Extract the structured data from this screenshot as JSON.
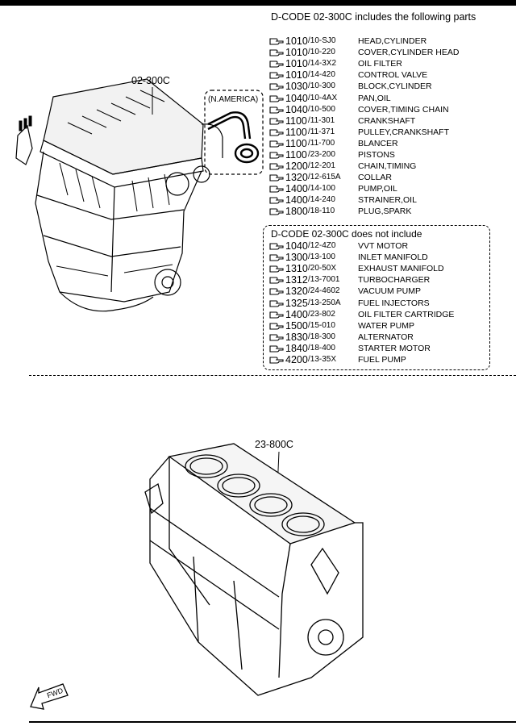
{
  "included": {
    "heading": "D-CODE 02-300C includes the following parts",
    "parts": [
      {
        "code": "1010",
        "sub": "/10-SJ0",
        "desc": "HEAD,CYLINDER"
      },
      {
        "code": "1010",
        "sub": "/10-220",
        "desc": "COVER,CYLINDER HEAD"
      },
      {
        "code": "1010",
        "sub": "/14-3X2",
        "desc": "OIL FILTER"
      },
      {
        "code": "1010",
        "sub": "/14-420",
        "desc": "CONTROL VALVE"
      },
      {
        "code": "1030",
        "sub": "/10-300",
        "desc": "BLOCK,CYLINDER"
      },
      {
        "code": "1040",
        "sub": "/10-4AX",
        "desc": "PAN,OIL"
      },
      {
        "code": "1040",
        "sub": "/10-500",
        "desc": "COVER,TIMING CHAIN"
      },
      {
        "code": "1100",
        "sub": "/11-301",
        "desc": "CRANKSHAFT"
      },
      {
        "code": "1100",
        "sub": "/11-371",
        "desc": "PULLEY,CRANKSHAFT"
      },
      {
        "code": "1100",
        "sub": "/11-700",
        "desc": "BLANCER"
      },
      {
        "code": "1100",
        "sub": "/23-200",
        "desc": "PISTONS"
      },
      {
        "code": "1200",
        "sub": "/12-201",
        "desc": "CHAIN,TIMING"
      },
      {
        "code": "1320",
        "sub": "/12-615A",
        "desc": "COLLAR"
      },
      {
        "code": "1400",
        "sub": "/14-100",
        "desc": "PUMP,OIL"
      },
      {
        "code": "1400",
        "sub": "/14-240",
        "desc": "STRAINER,OIL"
      },
      {
        "code": "1800",
        "sub": "/18-110",
        "desc": "PLUG,SPARK"
      }
    ]
  },
  "excluded": {
    "heading": "D-CODE 02-300C does not include",
    "parts": [
      {
        "code": "1040",
        "sub": "/12-4Z0",
        "desc": "VVT MOTOR"
      },
      {
        "code": "1300",
        "sub": "/13-100",
        "desc": "INLET MANIFOLD"
      },
      {
        "code": "1310",
        "sub": "/20-50X",
        "desc": "EXHAUST MANIFOLD"
      },
      {
        "code": "1312",
        "sub": "/13-7001",
        "desc": "TURBOCHARGER"
      },
      {
        "code": "1320",
        "sub": "/24-4602",
        "desc": "VACUUM PUMP"
      },
      {
        "code": "1325",
        "sub": "/13-250A",
        "desc": "FUEL INJECTORS"
      },
      {
        "code": "1400",
        "sub": "/23-802",
        "desc": "OIL FILTER CARTRIDGE"
      },
      {
        "code": "1500",
        "sub": "/15-010",
        "desc": "WATER PUMP"
      },
      {
        "code": "1830",
        "sub": "/18-300",
        "desc": "ALTERNATOR"
      },
      {
        "code": "1840",
        "sub": "/18-400",
        "desc": "STARTER MOTOR"
      },
      {
        "code": "4200",
        "sub": "/13-35X",
        "desc": "FUEL PUMP"
      }
    ]
  },
  "labels": {
    "engine": "02-300C",
    "block": "23-800C",
    "region": "(N.AMERICA)",
    "fwd": "FWD"
  },
  "icons": {
    "part_ref": "pointing-hand-icon",
    "direction": "fwd-arrow-icon"
  }
}
